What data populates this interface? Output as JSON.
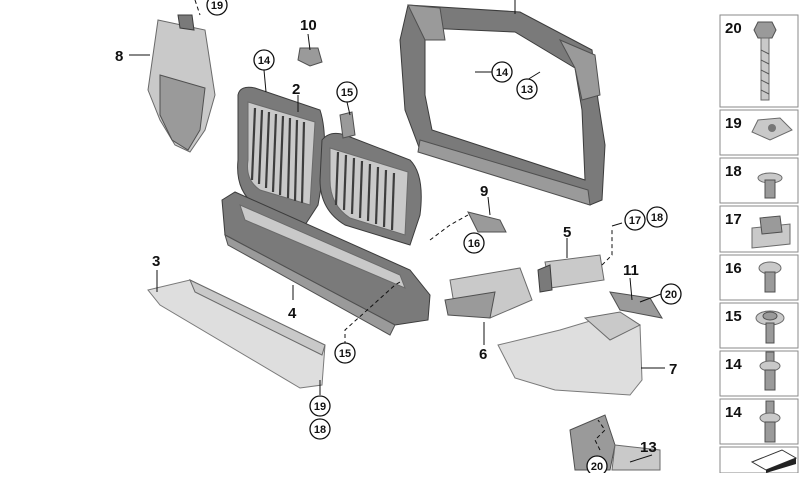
{
  "callouts": {
    "c2": "2",
    "c3": "3",
    "c4": "4",
    "c5": "5",
    "c6": "6",
    "c7": "7",
    "c8": "8",
    "c9": "9",
    "c10": "10",
    "c11": "11",
    "c13": "13"
  },
  "circled": {
    "c19_top": "19",
    "c14_grille": "14",
    "c15_grille": "15",
    "c14_frame": "14",
    "c13_frame": "13",
    "c16_bracket": "16",
    "c17": "17",
    "c18_top": "18",
    "c20_bracket": "20",
    "c15_bottom": "15",
    "c19_bottom": "19",
    "c18_bottom": "18",
    "c20_bottom": "20"
  },
  "sidebar": {
    "items": [
      {
        "label": "20",
        "icon": "hex-bolt-icon"
      },
      {
        "label": "19",
        "icon": "clip-nut-icon"
      },
      {
        "label": "18",
        "icon": "expanding-rivet-icon"
      },
      {
        "label": "17",
        "icon": "spring-nut-icon"
      },
      {
        "label": "16",
        "icon": "pin-rivet-icon"
      },
      {
        "label": "15",
        "icon": "washer-screw-icon"
      },
      {
        "label": "14",
        "icon": "push-rivet-icon"
      },
      {
        "label": "14",
        "icon": "long-rivet-icon"
      },
      {
        "label": "",
        "icon": "parts-set-icon"
      }
    ]
  }
}
